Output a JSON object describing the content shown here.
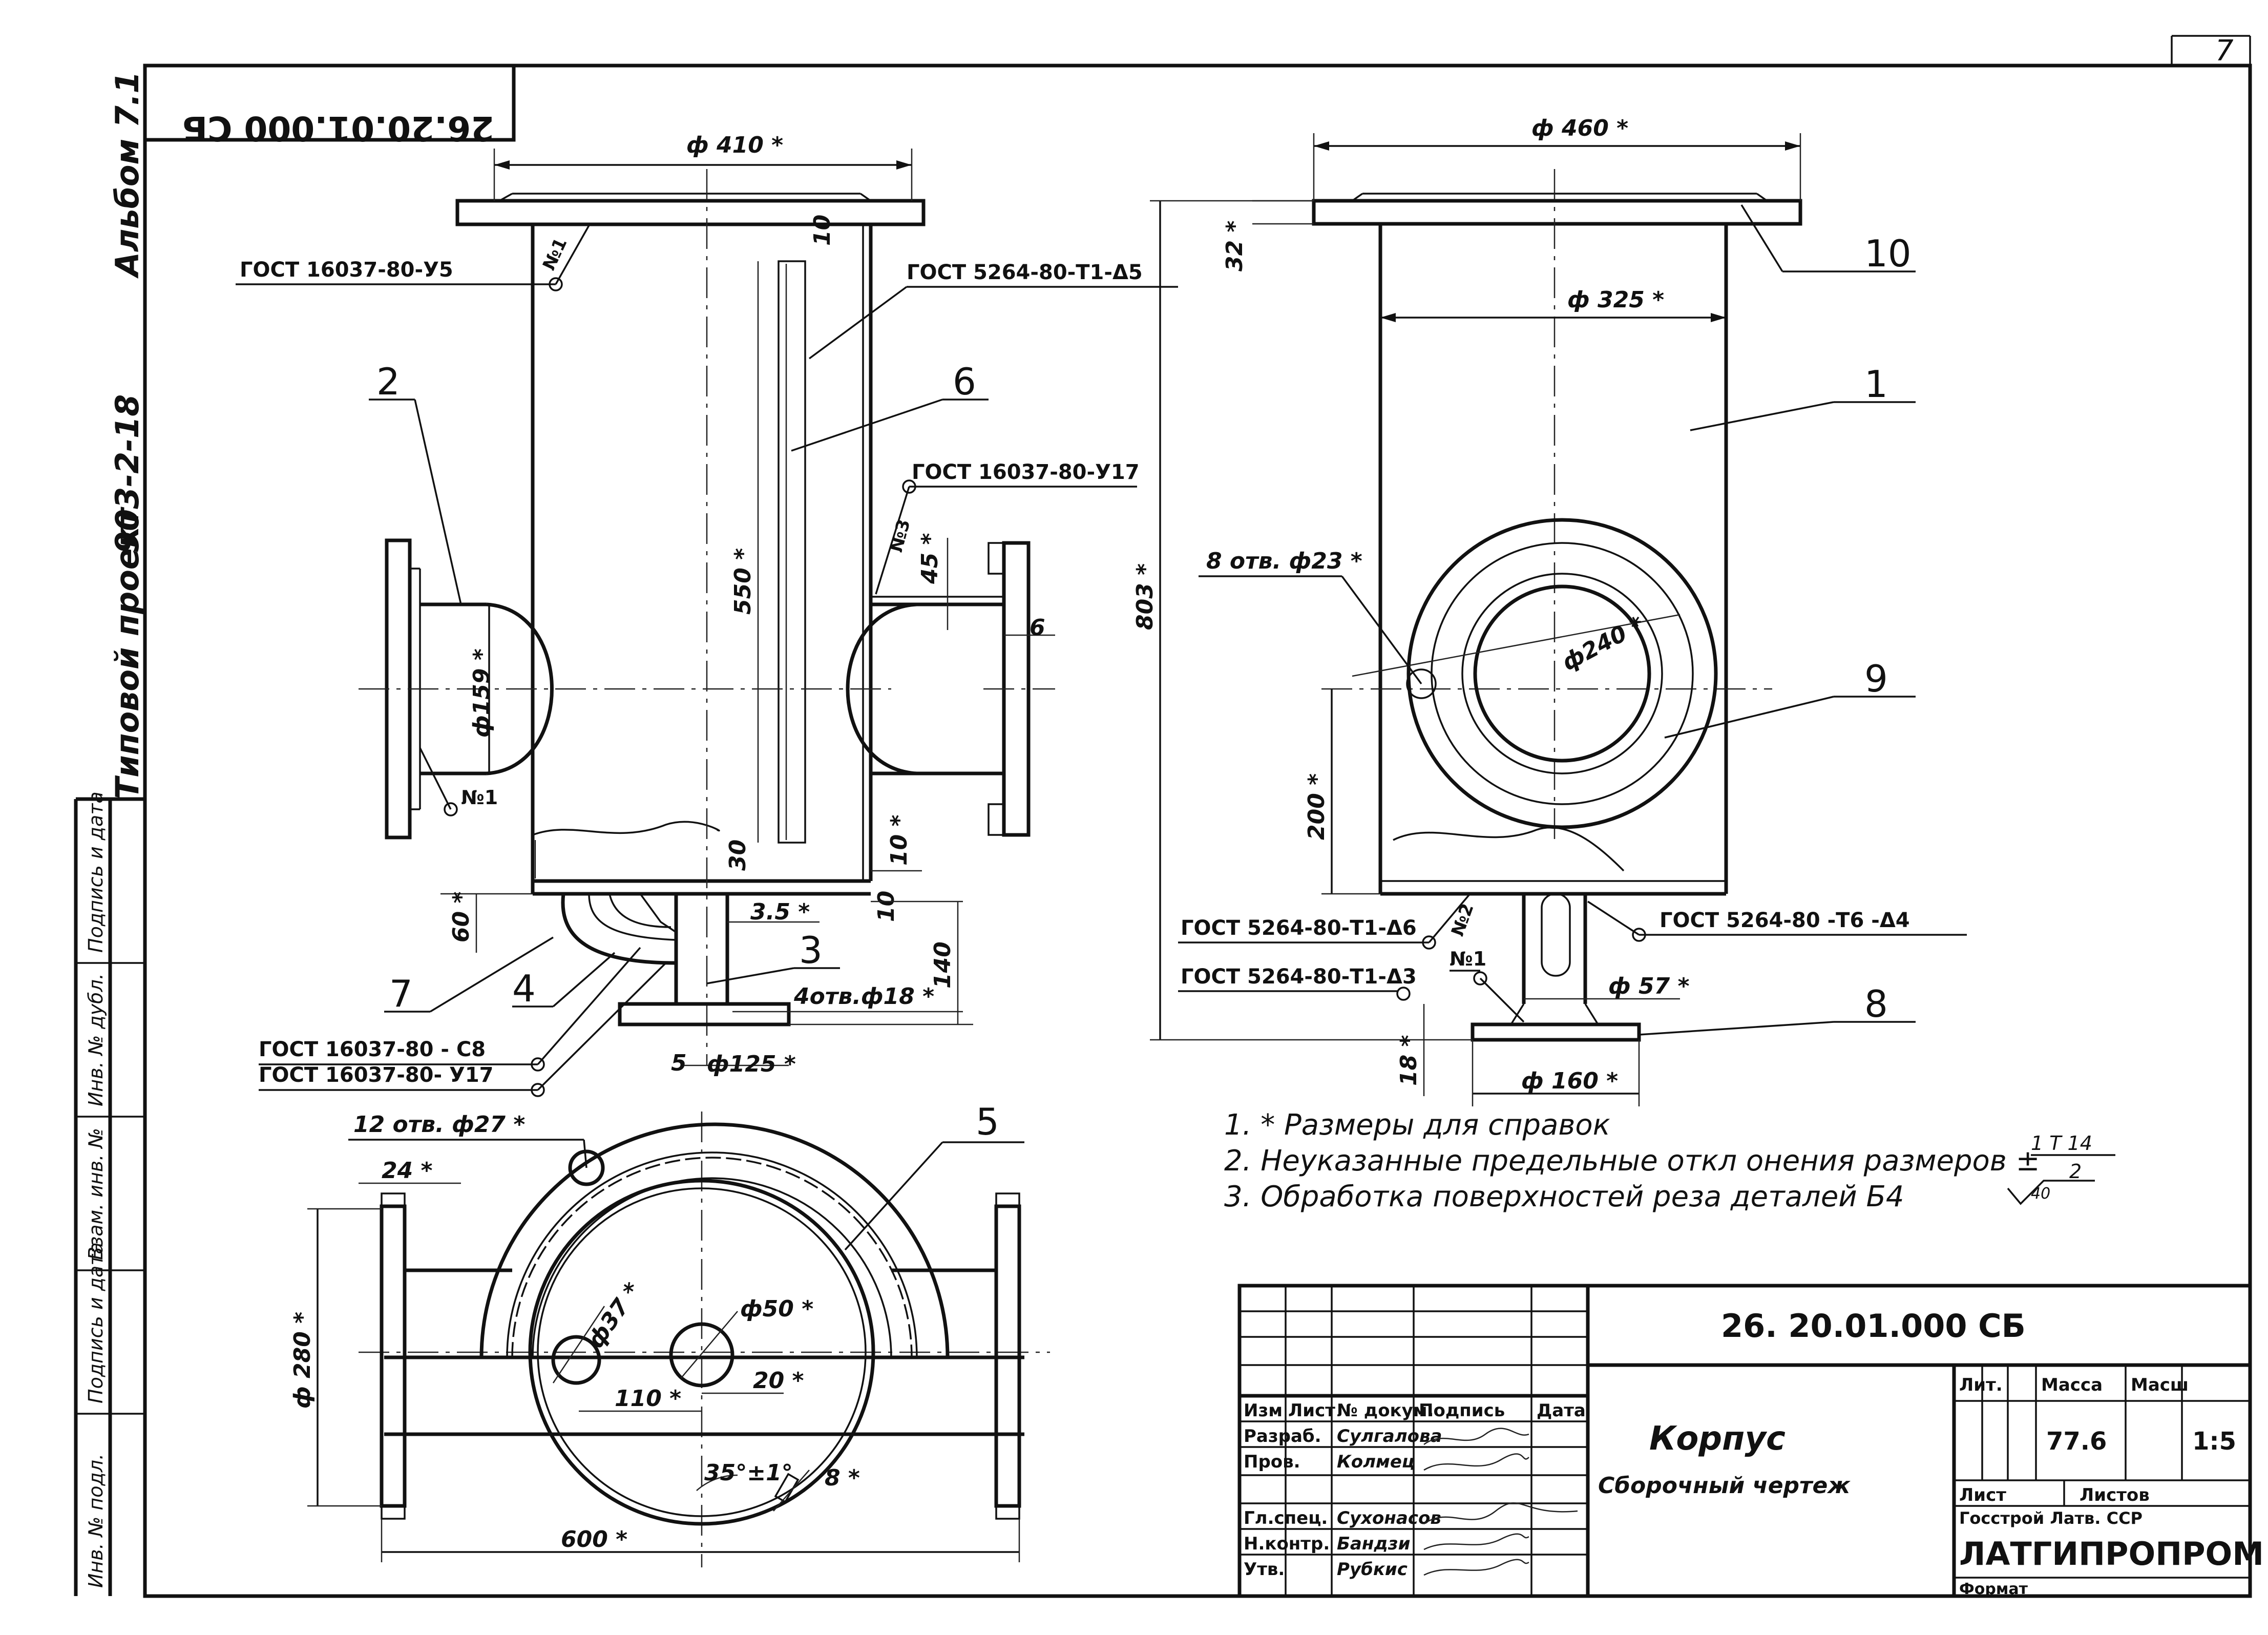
{
  "stamp": "26.20.01.000 СБ",
  "sheet_number": "7",
  "side_labels": {
    "album": "Альбом 7.1",
    "project_number": "903-2-18",
    "project_type": "Типовой проект",
    "fields": [
      "Инв. № подл.",
      "Подпись и дата",
      "Взам. инв. №",
      "Инв. № дубл.",
      "Подпись и дата"
    ]
  },
  "front_view": {
    "dimensions": {
      "d410": "ф 410 *",
      "h10_top": "10",
      "h550": "550 *",
      "h45": "45 *",
      "t6": "6",
      "d159": "ф159 *",
      "h30": "30",
      "h10_mid": "10 *",
      "h10_low": "10",
      "h60": "60 *",
      "h35": "3.5 *",
      "holes18": "4отв.ф18 *",
      "h140": "140",
      "d125": "ф125 *",
      "t5": "5"
    },
    "gost": {
      "top": "ГОСТ 16037-80-У5",
      "pipe_weld": "ГОСТ 5264-80-Т1-Δ5",
      "nozzle_right": "ГОСТ 16037-80-У17",
      "bottom_1": "ГОСТ 16037-80 - С8",
      "bottom_2": "ГОСТ 16037-80- У17"
    },
    "weld_marks": [
      "№1",
      "№3",
      "№1"
    ],
    "positions": [
      "2",
      "6",
      "3",
      "7",
      "4"
    ]
  },
  "side_view": {
    "dimensions": {
      "d460": "ф 460 *",
      "h32": "32 *",
      "d325": "ф 325 *",
      "h803": "803 *",
      "holes23": "8 отв. ф23 *",
      "d240": "ф240 *",
      "h200": "200 *",
      "d57": "ф 57 *",
      "d160": "ф 160 *",
      "h18": "18 *"
    },
    "gost": {
      "left_1": "ГОСТ 5264-80-Т1-Δ6",
      "left_2": "ГОСТ 5264-80-Т1-Δ3",
      "right": "ГОСТ 5264-80 -Т6 -Δ4"
    },
    "weld_marks": [
      "№2",
      "№1"
    ],
    "positions": [
      "10",
      "1",
      "9",
      "8"
    ]
  },
  "plan_view": {
    "dimensions": {
      "holes27": "12 отв. ф27 *",
      "w24": "24 *",
      "d280": "ф 280 *",
      "d37": "ф37 *",
      "d50": "ф50 *",
      "x110": "110 *",
      "x20": "20 *",
      "angle": "35°±1°",
      "w8": "8 *",
      "w600": "600 *"
    },
    "positions": [
      "5"
    ]
  },
  "notes": [
    "1.  * Размеры для справок",
    "2.  Неуказанные предельные откл онения размеров  ±",
    "3.  Обработка поверхностей реза деталей  Б4"
  ],
  "tolerance": {
    "numerator": "1 Т 14",
    "denominator": "2"
  },
  "roughness": "40",
  "title_block": {
    "designation": "26. 20.01.000 СБ",
    "name": "Корпус",
    "doc_type": "Сборочный  чертеж",
    "header_cells": [
      "Изм",
      "Лист",
      "№ докум.",
      "Подпись",
      "Дата"
    ],
    "roles": [
      "Разраб.",
      "Пров.",
      "",
      "Гл.спец.",
      "Н.контр.",
      "Утв."
    ],
    "names": [
      "Сулгалова",
      "Колмец",
      "",
      "Сухонасов",
      "Бандзи",
      "Рубкис"
    ],
    "dates": [
      "",
      "",
      "",
      "",
      "",
      ""
    ],
    "lit_label": "Лит.",
    "mass_label": "Масса",
    "scale_label": "Масш",
    "mass": "77.6",
    "scale": "1:5",
    "sheet_label": "Лист",
    "sheets_label": "Листов",
    "org_1": "Госстрой Латв. ССР",
    "org_2": "ЛАТГИПРОПРОМ",
    "format_label": "Формат"
  }
}
